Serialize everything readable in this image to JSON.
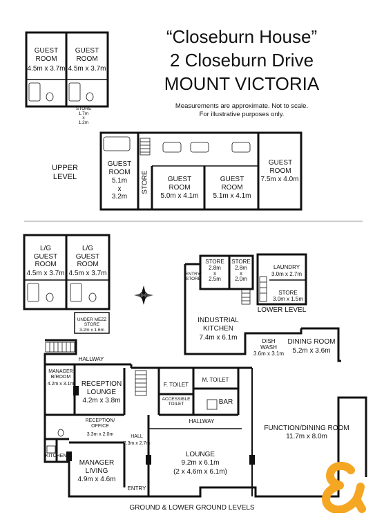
{
  "title": {
    "line1": "“Closeburn House”",
    "line2": "2 Closeburn Drive",
    "line3": "MOUNT VICTORIA"
  },
  "disclaimer": {
    "line1": "Measurements are approximate.  Not to scale.",
    "line2": "For illustrative purposes only."
  },
  "levels": {
    "upper": "UPPER\nLEVEL",
    "lower": "LOWER LEVEL",
    "ground": "GROUND & LOWER GROUND LEVELS"
  },
  "upper_rooms": [
    {
      "name": "GUEST\nROOM",
      "size": "4.5m x 3.7m"
    },
    {
      "name": "GUEST\nROOM",
      "size": "4.5m x 3.7m"
    },
    {
      "name": "GUEST\nROOM",
      "size": "5.1m\nx\n3.2m"
    },
    {
      "name": "GUEST\nROOM",
      "size": "5.0m x 4.1m"
    },
    {
      "name": "GUEST\nROOM",
      "size": "5.1m x 4.1m"
    },
    {
      "name": "GUEST\nROOM",
      "size": "7.5m x 4.0m"
    }
  ],
  "upper_store": {
    "name": "STORE",
    "small": "STORE\n1.7m\nx\n1.2m"
  },
  "lg_rooms": [
    {
      "name": "L/G\nGUEST\nROOM",
      "size": "4.5m x 3.7m"
    },
    {
      "name": "L/G\nGUEST\nROOM",
      "size": "4.5m x 3.7m"
    }
  ],
  "under_mezz": "UNDER MEZZ\nSTORE\n3.2m x 1.6m",
  "stores": [
    {
      "name": "STORE",
      "size": "2.8m\nx\n2.5m"
    },
    {
      "name": "STORE",
      "size": "2.8m\nx\n2.0m"
    }
  ],
  "entry_store": "ENTRY/\nSTORE",
  "laundry": {
    "name": "LAUNDRY",
    "size": "3.0m x 2.7m"
  },
  "lower_store": {
    "name": "STORE",
    "size": "3.0m x 1.5m"
  },
  "industrial_kitchen": {
    "name": "INDUSTRIAL\nKITCHEN",
    "size": "7.4m x 6.1m"
  },
  "dish_wash": {
    "name": "DISH\nWASH",
    "size": "3.6m x 3.1m"
  },
  "dining_room": {
    "name": "DINING ROOM",
    "size": "5.2m x 3.6m"
  },
  "hallway_top": "HALLWAY",
  "manager_bedroom": {
    "name": "MANAGER\nB/ROOM",
    "size": "4.2m x 3.1m"
  },
  "reception_lounge": {
    "name": "RECEPTION\nLOUNGE",
    "size": "4.2m x 3.8m"
  },
  "f_toilet": "F. TOILET",
  "m_toilet": "M. TOILET",
  "accessible_toilet": "ACCESSIBLE\nTOILET",
  "bar": "BAR",
  "hallway_mid": "HALLWAY",
  "reception_office": {
    "name": "RECEPTION/\nOFFICE",
    "size": "3.3m x 2.0m"
  },
  "hall": {
    "name": "HALL",
    "size": "7.3m x 2.7m"
  },
  "kitchen": "KITCHEN",
  "manager_living": {
    "name": "MANAGER\nLIVING",
    "size": "4.9m x 4.6m"
  },
  "lounge": {
    "name": "LOUNGE",
    "size": "9.2m x 6.1m",
    "note": "(2 x 4.6m x 6.1m)"
  },
  "function_room": {
    "name": "FUNCTION/DINING ROOM",
    "size": "11.7m x 8.0m"
  },
  "entry": "ENTRY",
  "colors": {
    "wall": "#111111",
    "logo": "#f5a623",
    "divider": "#999999"
  }
}
